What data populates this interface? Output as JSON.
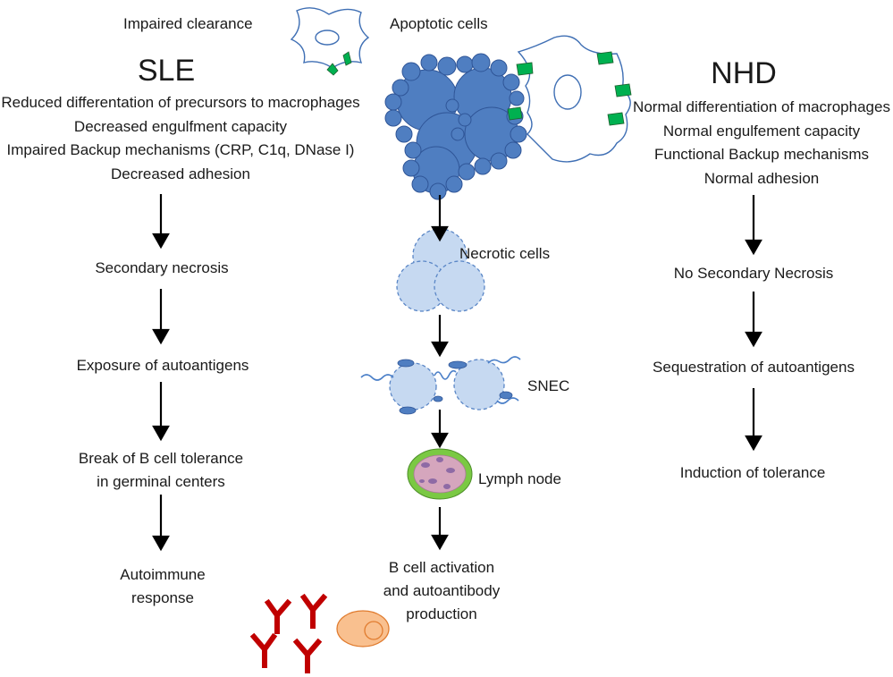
{
  "header": {
    "impaired_clearance": "Impaired clearance",
    "apoptotic_cells": "Apoptotic cells"
  },
  "sle": {
    "title": "SLE",
    "features": [
      "Reduced differentation of precursors to macrophages",
      "Decreased engulfment capacity",
      "Impaired Backup mechanisms (CRP, C1q, DNase I)",
      "Decreased adhesion"
    ],
    "steps": [
      "Secondary necrosis",
      "Exposure of autoantigens"
    ],
    "tolerance_break": [
      "Break  of B cell tolerance",
      "in germinal centers"
    ],
    "outcome": [
      "Autoimmune",
      "response"
    ]
  },
  "nhd": {
    "title": "NHD",
    "features": [
      "Normal differentiation of macrophages",
      "Normal engulfement capacity",
      "Functional Backup mechanisms",
      "Normal adhesion"
    ],
    "steps": [
      "No Secondary Necrosis",
      "Sequestration of autoantigens",
      "Induction of tolerance"
    ]
  },
  "center": {
    "necrotic_cells": "Necrotic cells",
    "snec": "SNEC",
    "lymph_node": "Lymph node",
    "b_cell_activation": [
      "B cell activation",
      "and autoantibody",
      "production"
    ]
  },
  "colors": {
    "apoptotic_blue": "#4f7ec1",
    "necrotic_fill": "#c6d9f1",
    "receptor_green": "#00b050",
    "antibody_red": "#c00000",
    "plasma_cell": "#f9c08f",
    "lymph_green": "#7ac943",
    "lymph_pink": "#d5a6bd"
  }
}
